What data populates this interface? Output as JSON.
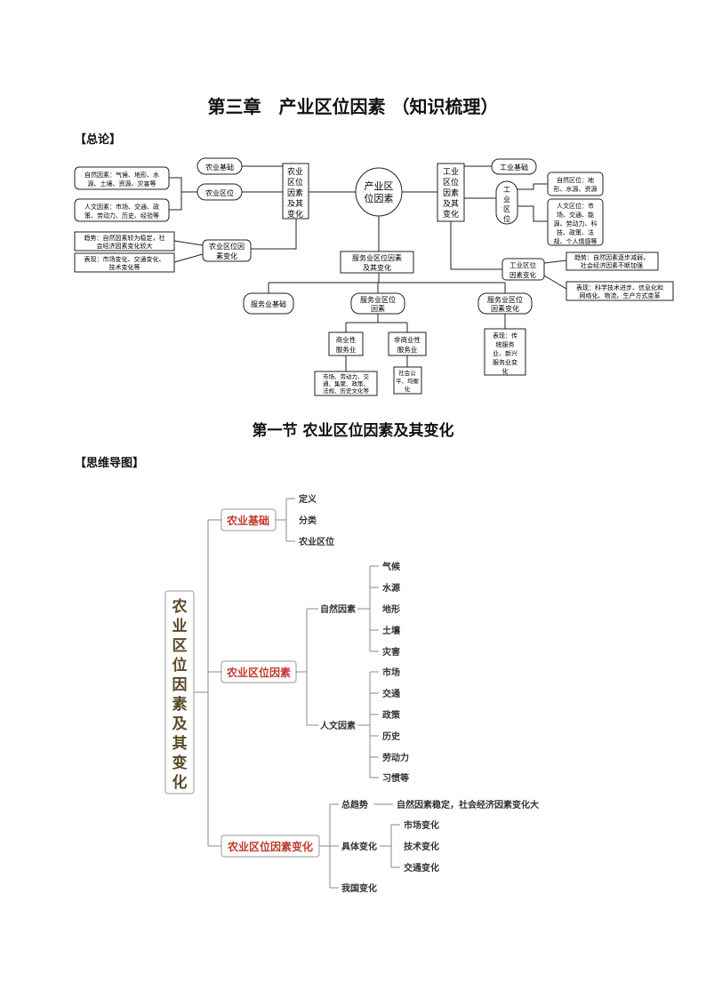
{
  "page": {
    "chapter_title": "第三章　产业区位因素 （知识梳理）",
    "overview_label": "【总论】",
    "section_title": "第一节  农业区位因素及其变化",
    "mindmap_label": "【思维导图】"
  },
  "overview": {
    "center": [
      "产业区",
      "位因素"
    ],
    "agri_main": [
      "农业",
      "区位",
      "因素",
      "及其",
      "变化"
    ],
    "agri_basis": "农业基础",
    "agri_location": "农业区位",
    "agri_natural": [
      "自然因素：气候、地形、水",
      "源、土壤、资源、灾害等"
    ],
    "agri_human": [
      "人文因素：市场、交通、政",
      "策、劳动力、历史、经验等"
    ],
    "agri_change": [
      "农业区位因",
      "素变化"
    ],
    "agri_trend": [
      "趋势：自然因素较为稳定，社",
      "会经济因素变化较大"
    ],
    "agri_show": [
      "表现：市场变化、交通变化、",
      "技术变化等"
    ],
    "ind_main": [
      "工业",
      "区位",
      "因素",
      "及其",
      "变化"
    ],
    "ind_basis": "工业基础",
    "ind_location": [
      "工",
      "业",
      "区",
      "位"
    ],
    "ind_natural": [
      "自然区位：地",
      "形、水源、资源"
    ],
    "ind_human": [
      "人文区位：市",
      "场、交通、能",
      "源、劳动力、科",
      "技、政策、法",
      "规、个人情感等"
    ],
    "ind_change": [
      "工业区位",
      "因素变化"
    ],
    "ind_trend": [
      "趋势：自然因素逐步减弱，",
      "社会经济因素不断加强"
    ],
    "ind_show": [
      "表现：科学技术进步、信息化和",
      "网络化、物流、生产方式变革"
    ],
    "svc_main": [
      "服务业区位因素",
      "及其变化"
    ],
    "svc_basis": "服务业基础",
    "svc_location": [
      "服务业区位",
      "因素"
    ],
    "svc_change": [
      "服务业区位",
      "因素变化"
    ],
    "svc_commercial": [
      "商业性",
      "服务业"
    ],
    "svc_noncommercial": [
      "非商业性",
      "服务业"
    ],
    "svc_commercial_factors": [
      "市场、劳动力、交",
      "通、集聚、政策、",
      "法规、历史文化等"
    ],
    "svc_noncommercial_factors": [
      "社会公",
      "平、均衡",
      "化"
    ],
    "svc_show": [
      "表现：传",
      "统服务",
      "业、新兴",
      "服务业变",
      "化"
    ]
  },
  "mindmap": {
    "root": [
      "农",
      "业",
      "区",
      "位",
      "因",
      "素",
      "及",
      "其",
      "变",
      "化"
    ],
    "basis": {
      "label": "农业基础",
      "children": [
        "定义",
        "分类",
        "农业区位"
      ]
    },
    "factors": {
      "label": "农业区位因素",
      "natural_label": "自然因素",
      "natural": [
        "气候",
        "水源",
        "地形",
        "土壤",
        "灾害"
      ],
      "human_label": "人文因素",
      "human": [
        "市场",
        "交通",
        "政策",
        "历史",
        "劳动力",
        "习惯等"
      ]
    },
    "change": {
      "label": "农业区位因素变化",
      "trend_label": "总趋势",
      "trend_value": "自然因素稳定，社会经济因素变化大",
      "specific_label": "具体变化",
      "specific": [
        "市场变化",
        "技术变化",
        "交通变化"
      ],
      "china_label": "我国变化"
    }
  },
  "colors": {
    "mindmap_red": "#c0392b",
    "mindmap_text": "#333333",
    "mindmap_root": "#5a4a2a"
  }
}
